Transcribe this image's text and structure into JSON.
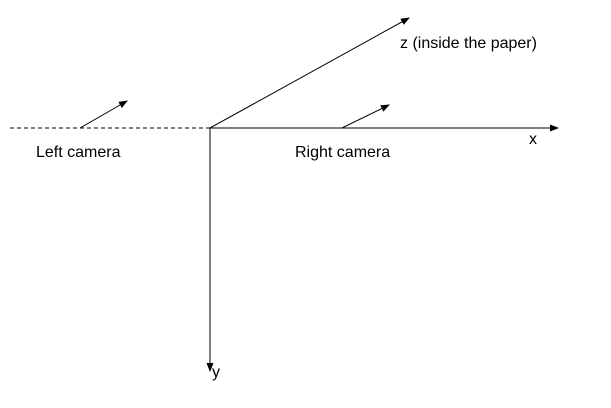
{
  "diagram": {
    "labels": {
      "z_axis": "z (inside the paper)",
      "x_axis": "x",
      "y_axis": "y",
      "left_camera": "Left camera",
      "right_camera": "Right camera"
    },
    "colors": {
      "stroke": "#000000",
      "background": "#ffffff"
    }
  }
}
